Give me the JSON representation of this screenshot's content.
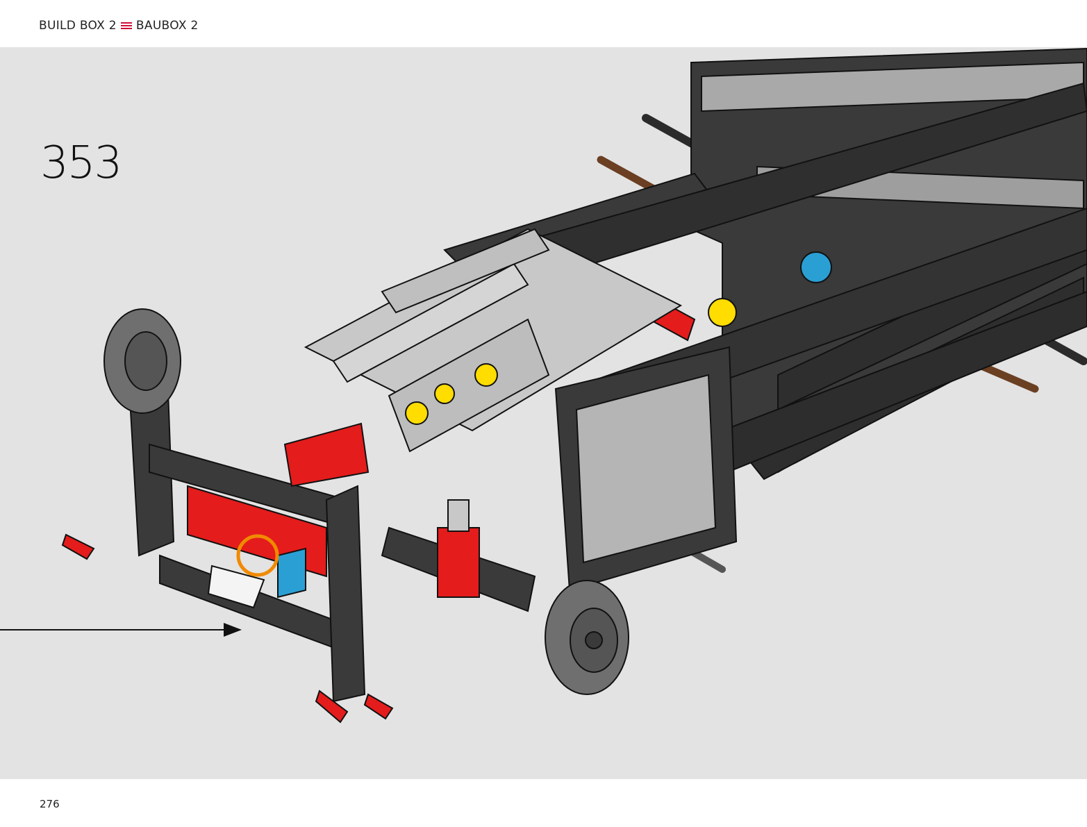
{
  "header": {
    "left_label": "BUILD BOX 2",
    "separator_icon": "triple-bar-icon",
    "right_label": "BAUBOX 2"
  },
  "step": {
    "number": "353"
  },
  "footer": {
    "page_number": "276"
  },
  "illustration": {
    "subject": "lego-technic-chassis",
    "highlight_icon": "orange-circle-highlight-icon",
    "pointer_icon": "arrow-right-icon"
  },
  "colors": {
    "accent": "#d0103a",
    "background": "#e3e3e3",
    "highlight": "#f08a00",
    "beam_dark": "#3a3a3a",
    "beam_light": "#b8b8b8",
    "red": "#e41c1c",
    "yellow": "#ffdd00",
    "blue": "#2a7fd4",
    "orange": "#f0a050",
    "brown": "#7a4a2a"
  }
}
